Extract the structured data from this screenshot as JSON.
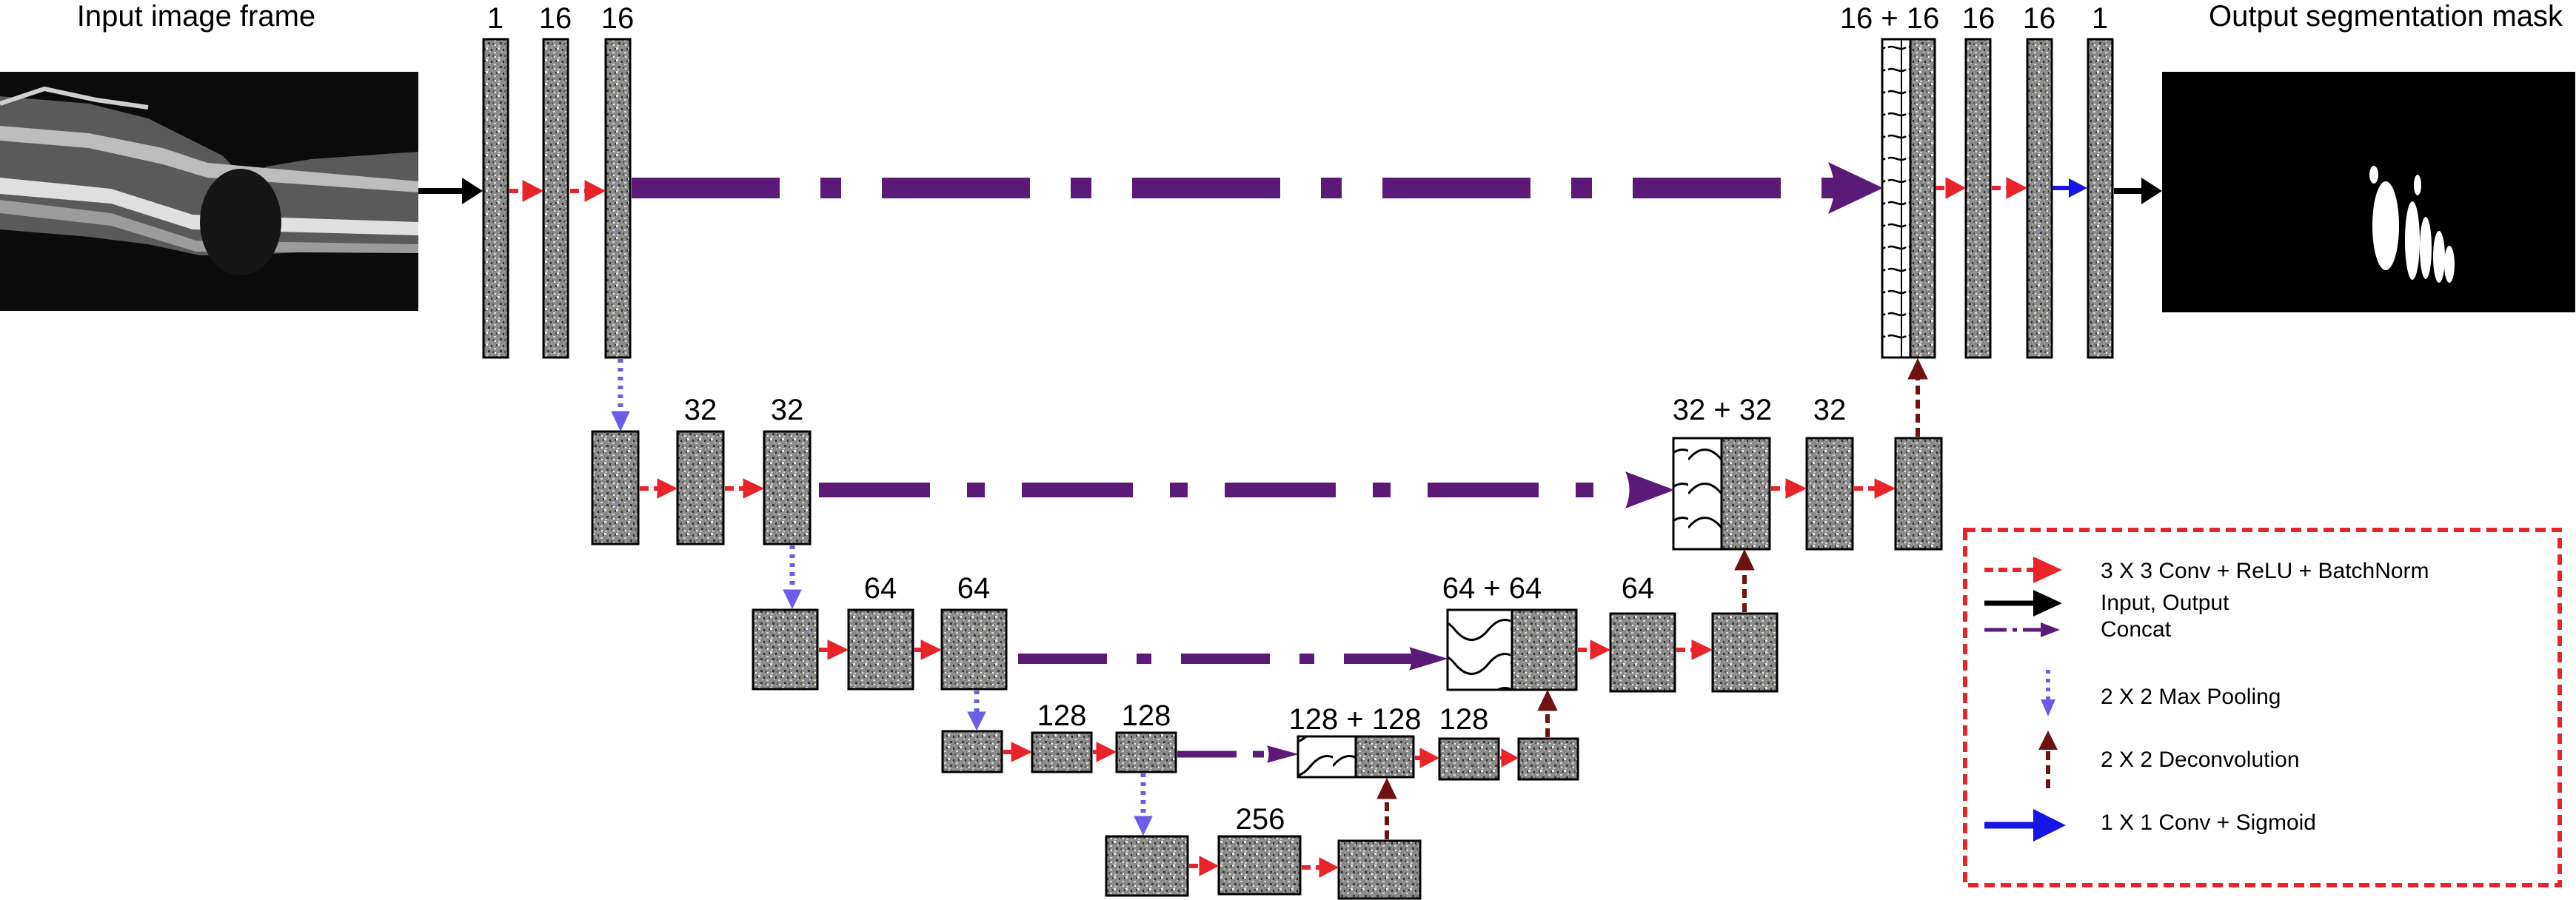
{
  "titles": {
    "input": "Input image frame",
    "output": "Output segmentation mask"
  },
  "channels": {
    "enc1_a": "1",
    "enc1_b": "16",
    "enc1_c": "16",
    "enc2_b": "32",
    "enc2_c": "32",
    "enc3_b": "64",
    "enc3_c": "64",
    "enc4_b": "128",
    "enc4_c": "128",
    "bottleneck": "256",
    "dec4_concat": "128 + 128",
    "dec4_b": "128",
    "dec3_concat": "64 + 64",
    "dec3_b": "64",
    "dec2_concat": "32 + 32",
    "dec2_b": "32",
    "dec1_concat": "16 + 16",
    "dec1_b": "16",
    "dec1_c": "16",
    "dec1_out": "1"
  },
  "legend": {
    "conv": "3 X 3 Conv + ReLU + BatchNorm",
    "io": "Input, Output",
    "concat": "Concat",
    "pool": "2 X 2 Max Pooling",
    "deconv": "2 X 2 Deconvolution",
    "sigmoid": "1 X 1 Conv + Sigmoid"
  },
  "colors": {
    "conv": "#e8242a",
    "io": "#000000",
    "concat": "#5c1a78",
    "pool": "#6b5de6",
    "deconv": "#6e1212",
    "sigmoid": "#1515e6",
    "legend_border": "#e8242a"
  }
}
